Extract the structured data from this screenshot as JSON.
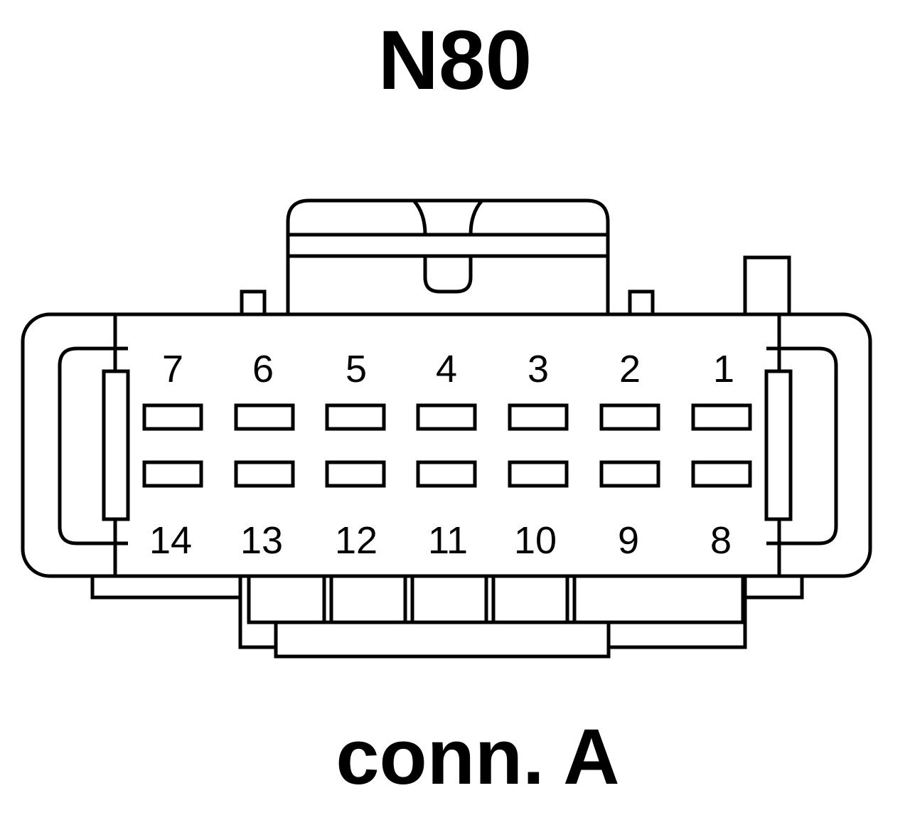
{
  "title": "N80",
  "subtitle": "conn. A",
  "colors": {
    "line": "#000000",
    "background": "#ffffff"
  },
  "pins_top": [
    "7",
    "6",
    "5",
    "4",
    "3",
    "2",
    "1"
  ],
  "pins_bottom": [
    "14",
    "13",
    "12",
    "11",
    "10",
    "9",
    "8"
  ]
}
